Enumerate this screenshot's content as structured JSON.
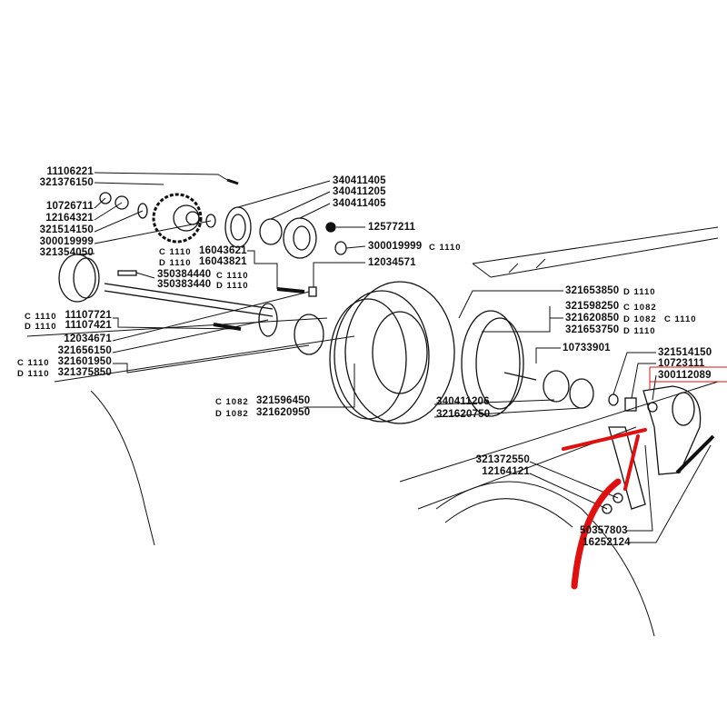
{
  "diagram": {
    "labels": {
      "p11106221": "11106221",
      "p321376150": "321376150",
      "p10726711": "10726711",
      "p12164321": "12164321",
      "p321514150a": "321514150",
      "p300019999a": "300019999",
      "p321354050": "321354050",
      "p16043621": "16043621",
      "p16043821": "16043821",
      "p350384440": "350384440",
      "p350383440": "350383440",
      "p11107721": "11107721",
      "p11107421": "11107421",
      "p12034671": "12034671",
      "p321656150": "321656150",
      "p321601950": "321601950",
      "p321375850": "321375850",
      "p340411405a": "340411405",
      "p340411205": "340411205",
      "p340411405b": "340411405",
      "p12577211": "12577211",
      "p300019999b": "300019999",
      "p12034571": "12034571",
      "p321596450": "321596450",
      "p321620950": "321620950",
      "p321653850": "321653850",
      "p321598250": "321598250",
      "p321620850": "321620850",
      "p321653750": "321653750",
      "p10733901": "10733901",
      "p321514150b": "321514150",
      "p10723111": "10723111",
      "p300112089": "300112089",
      "p340411206": "340411206",
      "p321620750": "321620750",
      "p321372550": "321372550",
      "p12164121": "12164121",
      "p50357803": "50357803",
      "p16252124": "16252124"
    },
    "models": {
      "c1110": "C 1110",
      "d1110": "D 1110",
      "c1082": "C 1082",
      "d1082": "D 1082"
    },
    "annotation_color": "#e01010"
  }
}
